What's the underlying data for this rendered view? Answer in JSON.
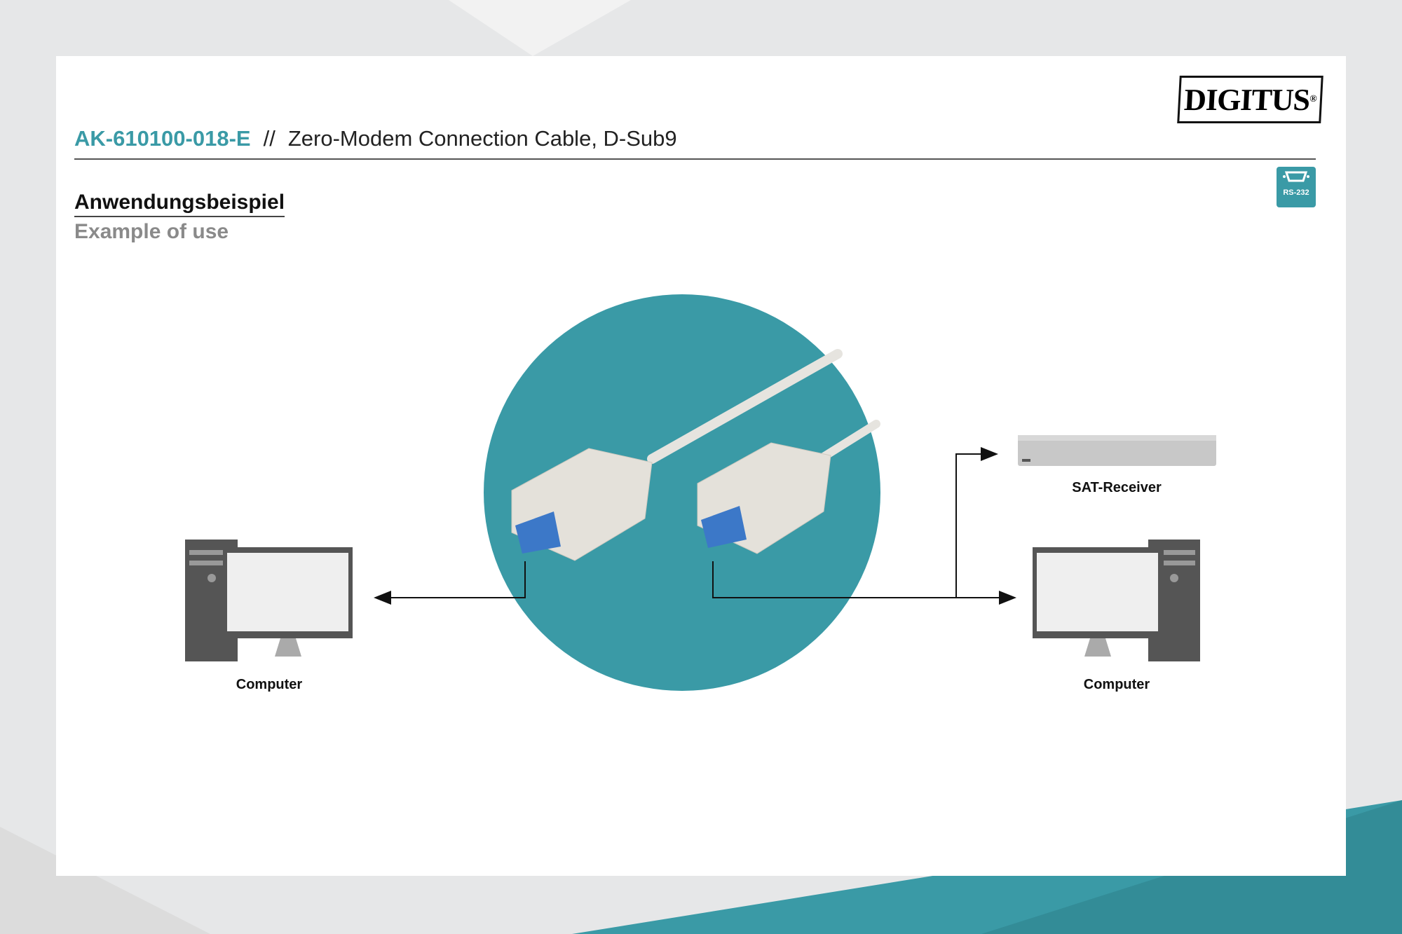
{
  "header": {
    "product_code": "AK-610100-018-E",
    "separator": "//",
    "product_name": "Zero-Modem Connection Cable, D-Sub9"
  },
  "brand": {
    "logo_text": "DIGITUS",
    "registered": "®"
  },
  "badge": {
    "icon": "rs232-connector-icon",
    "label": "RS-232"
  },
  "section": {
    "title_de": "Anwendungsbeispiel",
    "title_en": "Example of use"
  },
  "diagram": {
    "left_device": "Computer",
    "right_devices": [
      "SAT-Receiver",
      "Computer"
    ]
  },
  "colors": {
    "accent": "#3a9aa6",
    "background": "#e6e7e8"
  }
}
